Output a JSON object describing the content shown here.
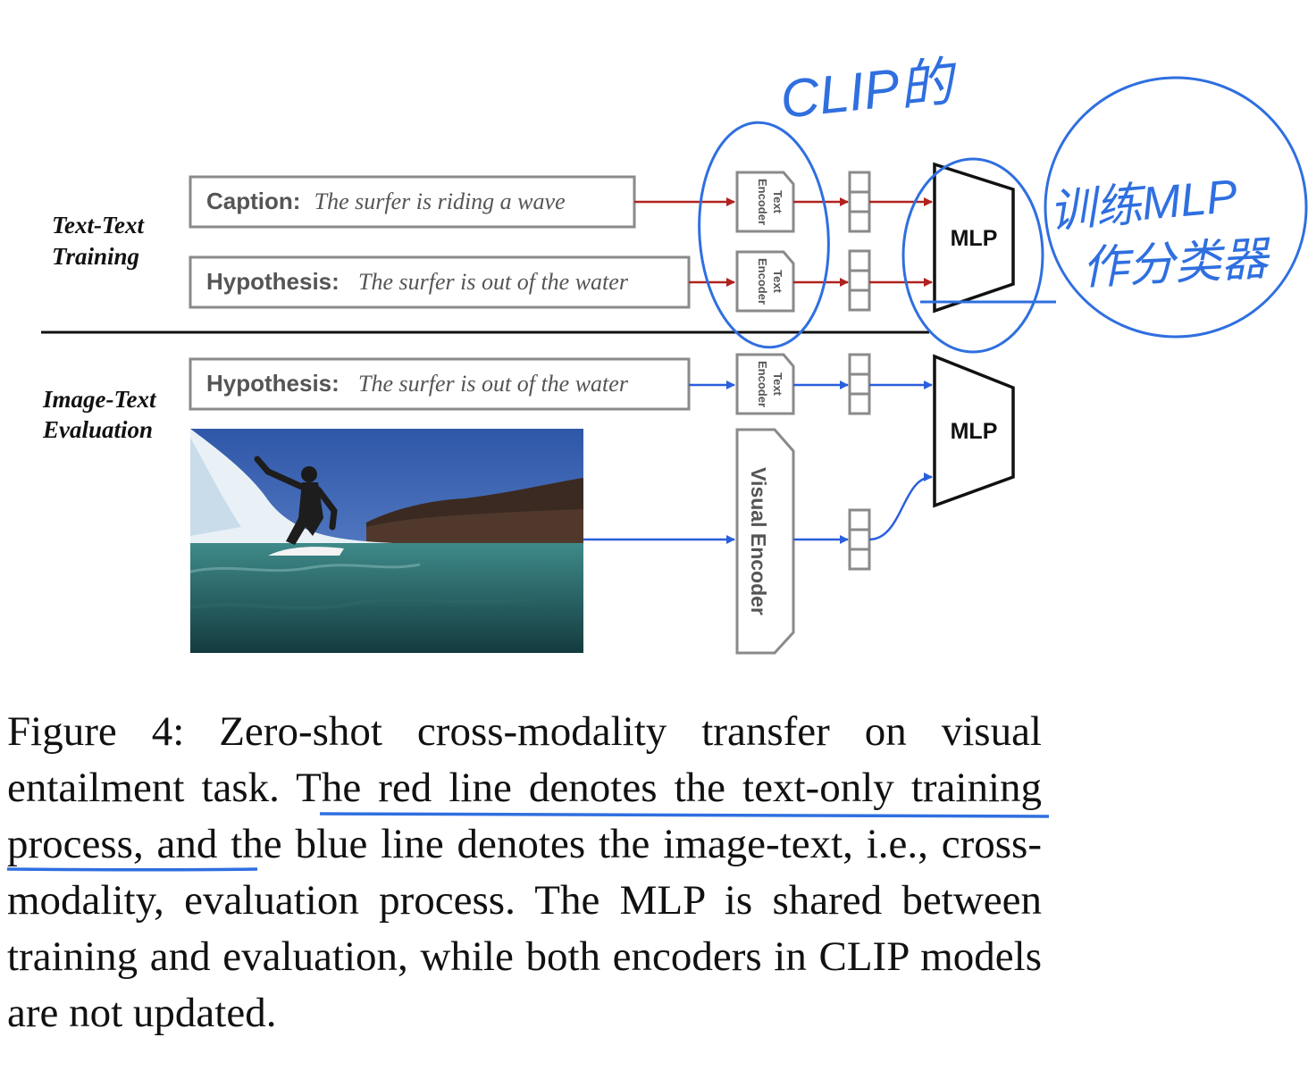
{
  "figure": {
    "row_labels": {
      "text_text_line1": "Text-Text",
      "text_text_line2": "Training",
      "image_text_line1": "Image-Text",
      "image_text_line2": "Evaluation"
    },
    "inputs": {
      "caption_label": "Caption:",
      "caption_text": "The surfer is riding a wave",
      "hypothesis_label": "Hypothesis:",
      "hypothesis_text": "The surfer is out of the water"
    },
    "text_encoder_label_line1": "Text",
    "text_encoder_label_line2": "Encoder",
    "visual_encoder_label": "Visual Encoder",
    "mlp_label": "MLP",
    "photo_icon": "surfer-photo",
    "colors": {
      "training_arrow": "#b0221f",
      "evaluation_arrow": "#2a5fdc",
      "annotation": "#2f6fe0",
      "box_border": "#8a8a8a",
      "box_label": "#555555"
    }
  },
  "annotations": {
    "clip_note": "CLIP的",
    "mlp_note_line1": "训练MLP",
    "mlp_note_line2": "作分类器"
  },
  "caption": {
    "part1": "Figure 4:  Zero-shot cross-modality transfer on visual entailment task. ",
    "underlined": "The red line denotes the text-only training process,",
    "part2": " and the blue line denotes the image-text, i.e., cross-modality, evaluation process.  The MLP is shared between training and evaluation, while both encoders in CLIP models are not updated."
  }
}
